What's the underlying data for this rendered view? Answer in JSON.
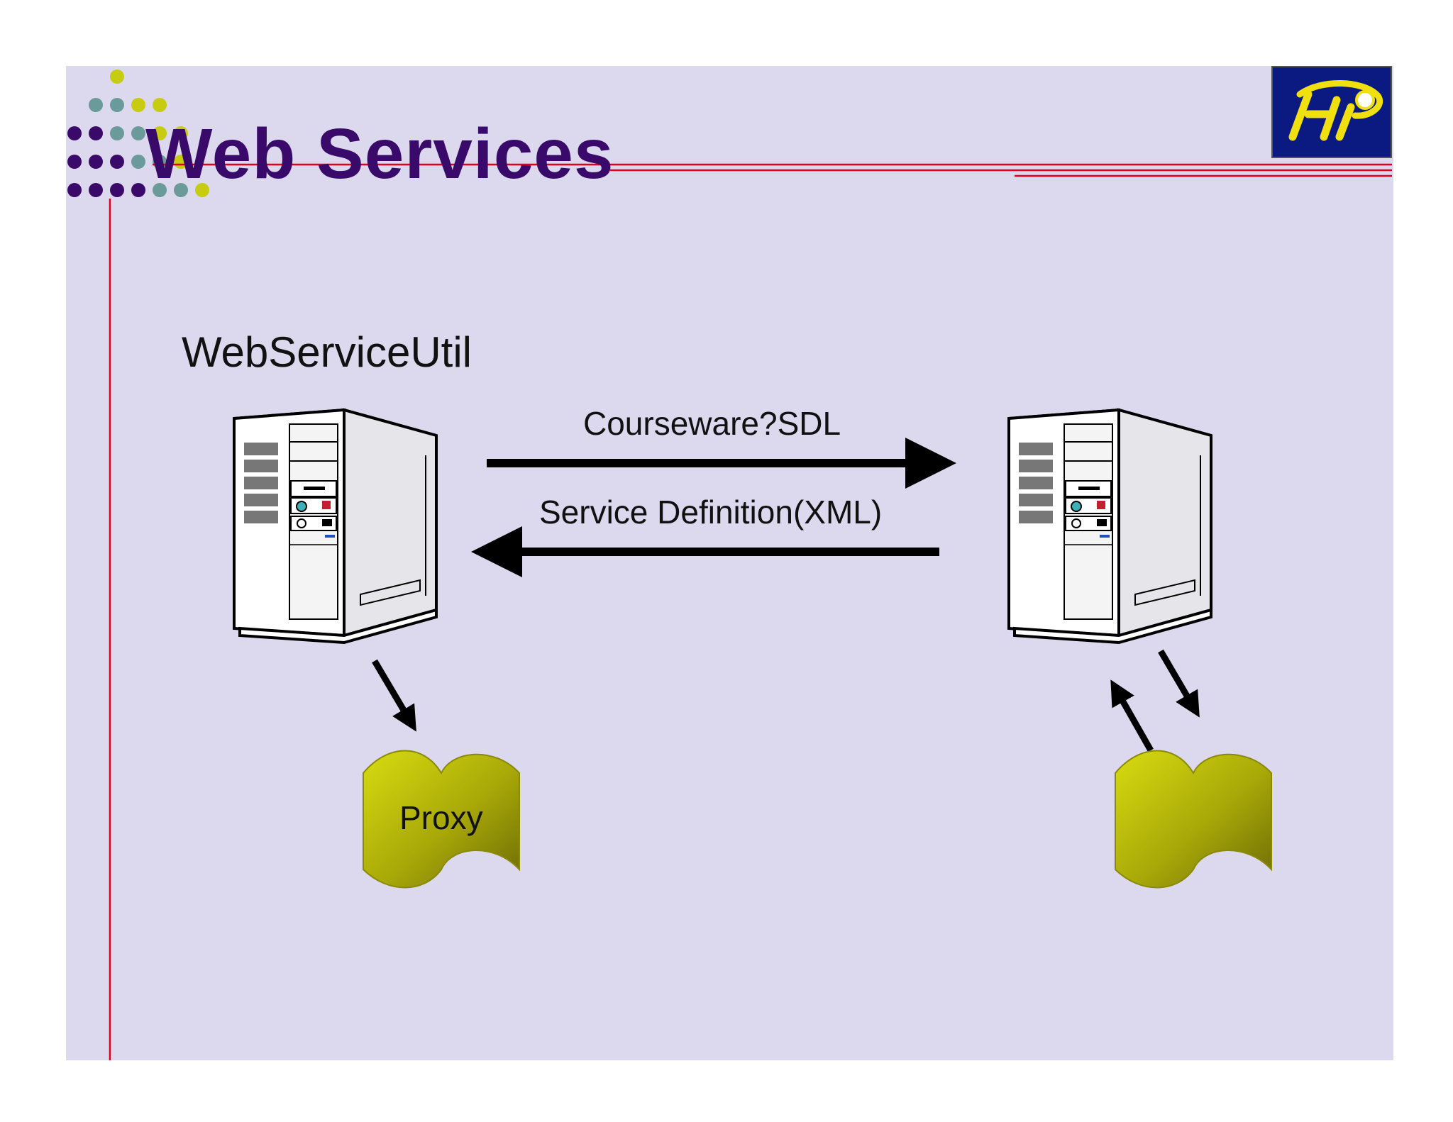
{
  "slide": {
    "title": "Web Services",
    "colors": {
      "background": "#dcd8ee",
      "title": "#3a0a6b",
      "accent_line": "#e0001a",
      "dot_purple": "#3a0a6b",
      "dot_teal": "#6a9a9a",
      "dot_yellow": "#c8cc10",
      "proxy_fill": "#c6c80a",
      "logo_bg": "#0a1a80",
      "logo_fg": "#f0e010"
    }
  },
  "diagram": {
    "client_label": "WebServiceUtil",
    "request_label": "Courseware?SDL",
    "response_label": "Service Definition(XML)",
    "proxy_label": "Proxy",
    "icons": {
      "client": "server-tower-icon",
      "server": "server-tower-icon",
      "client_store": "document-scroll-icon",
      "server_store": "document-scroll-icon",
      "logo": "company-logo"
    }
  }
}
